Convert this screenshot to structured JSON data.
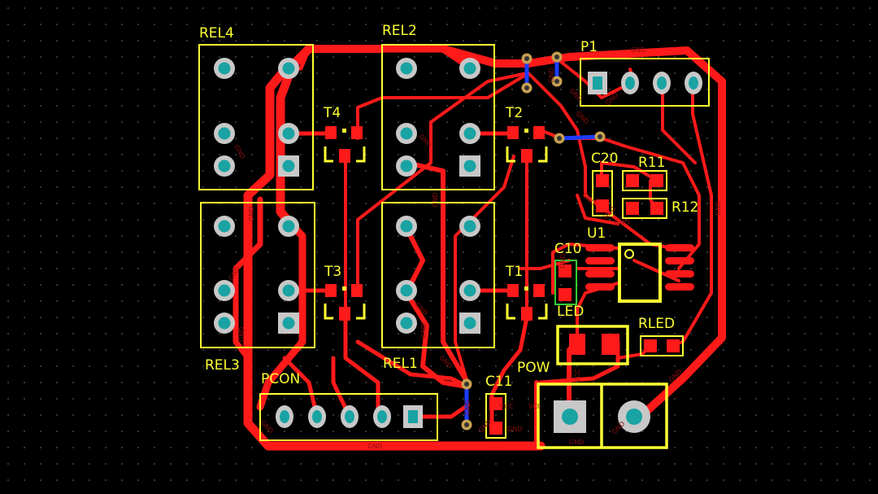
{
  "colors": {
    "background": "#000000",
    "copper_top": "#ff1a1a",
    "copper_bottom": "#1e3cff",
    "silkscreen": "#ffff33",
    "pad_ring": "#c8c8c8",
    "drill": "#1aa3a3",
    "led_outline": "#33cc33"
  },
  "labels": {
    "rel4": "REL4",
    "rel2": "REL2",
    "rel3": "REL3",
    "rel1": "REL1",
    "t4": "T4",
    "t2": "T2",
    "t3": "T3",
    "t1": "T1",
    "p1": "P1",
    "c20": "C20",
    "r11": "R11",
    "r12": "R12",
    "u1": "U1",
    "c10": "C10",
    "led": "LED",
    "rled": "RLED",
    "pcon": "PCON",
    "c11": "C11",
    "pow": "POW"
  },
  "nets": {
    "gnd": "GND",
    "vcc": "VCC"
  }
}
